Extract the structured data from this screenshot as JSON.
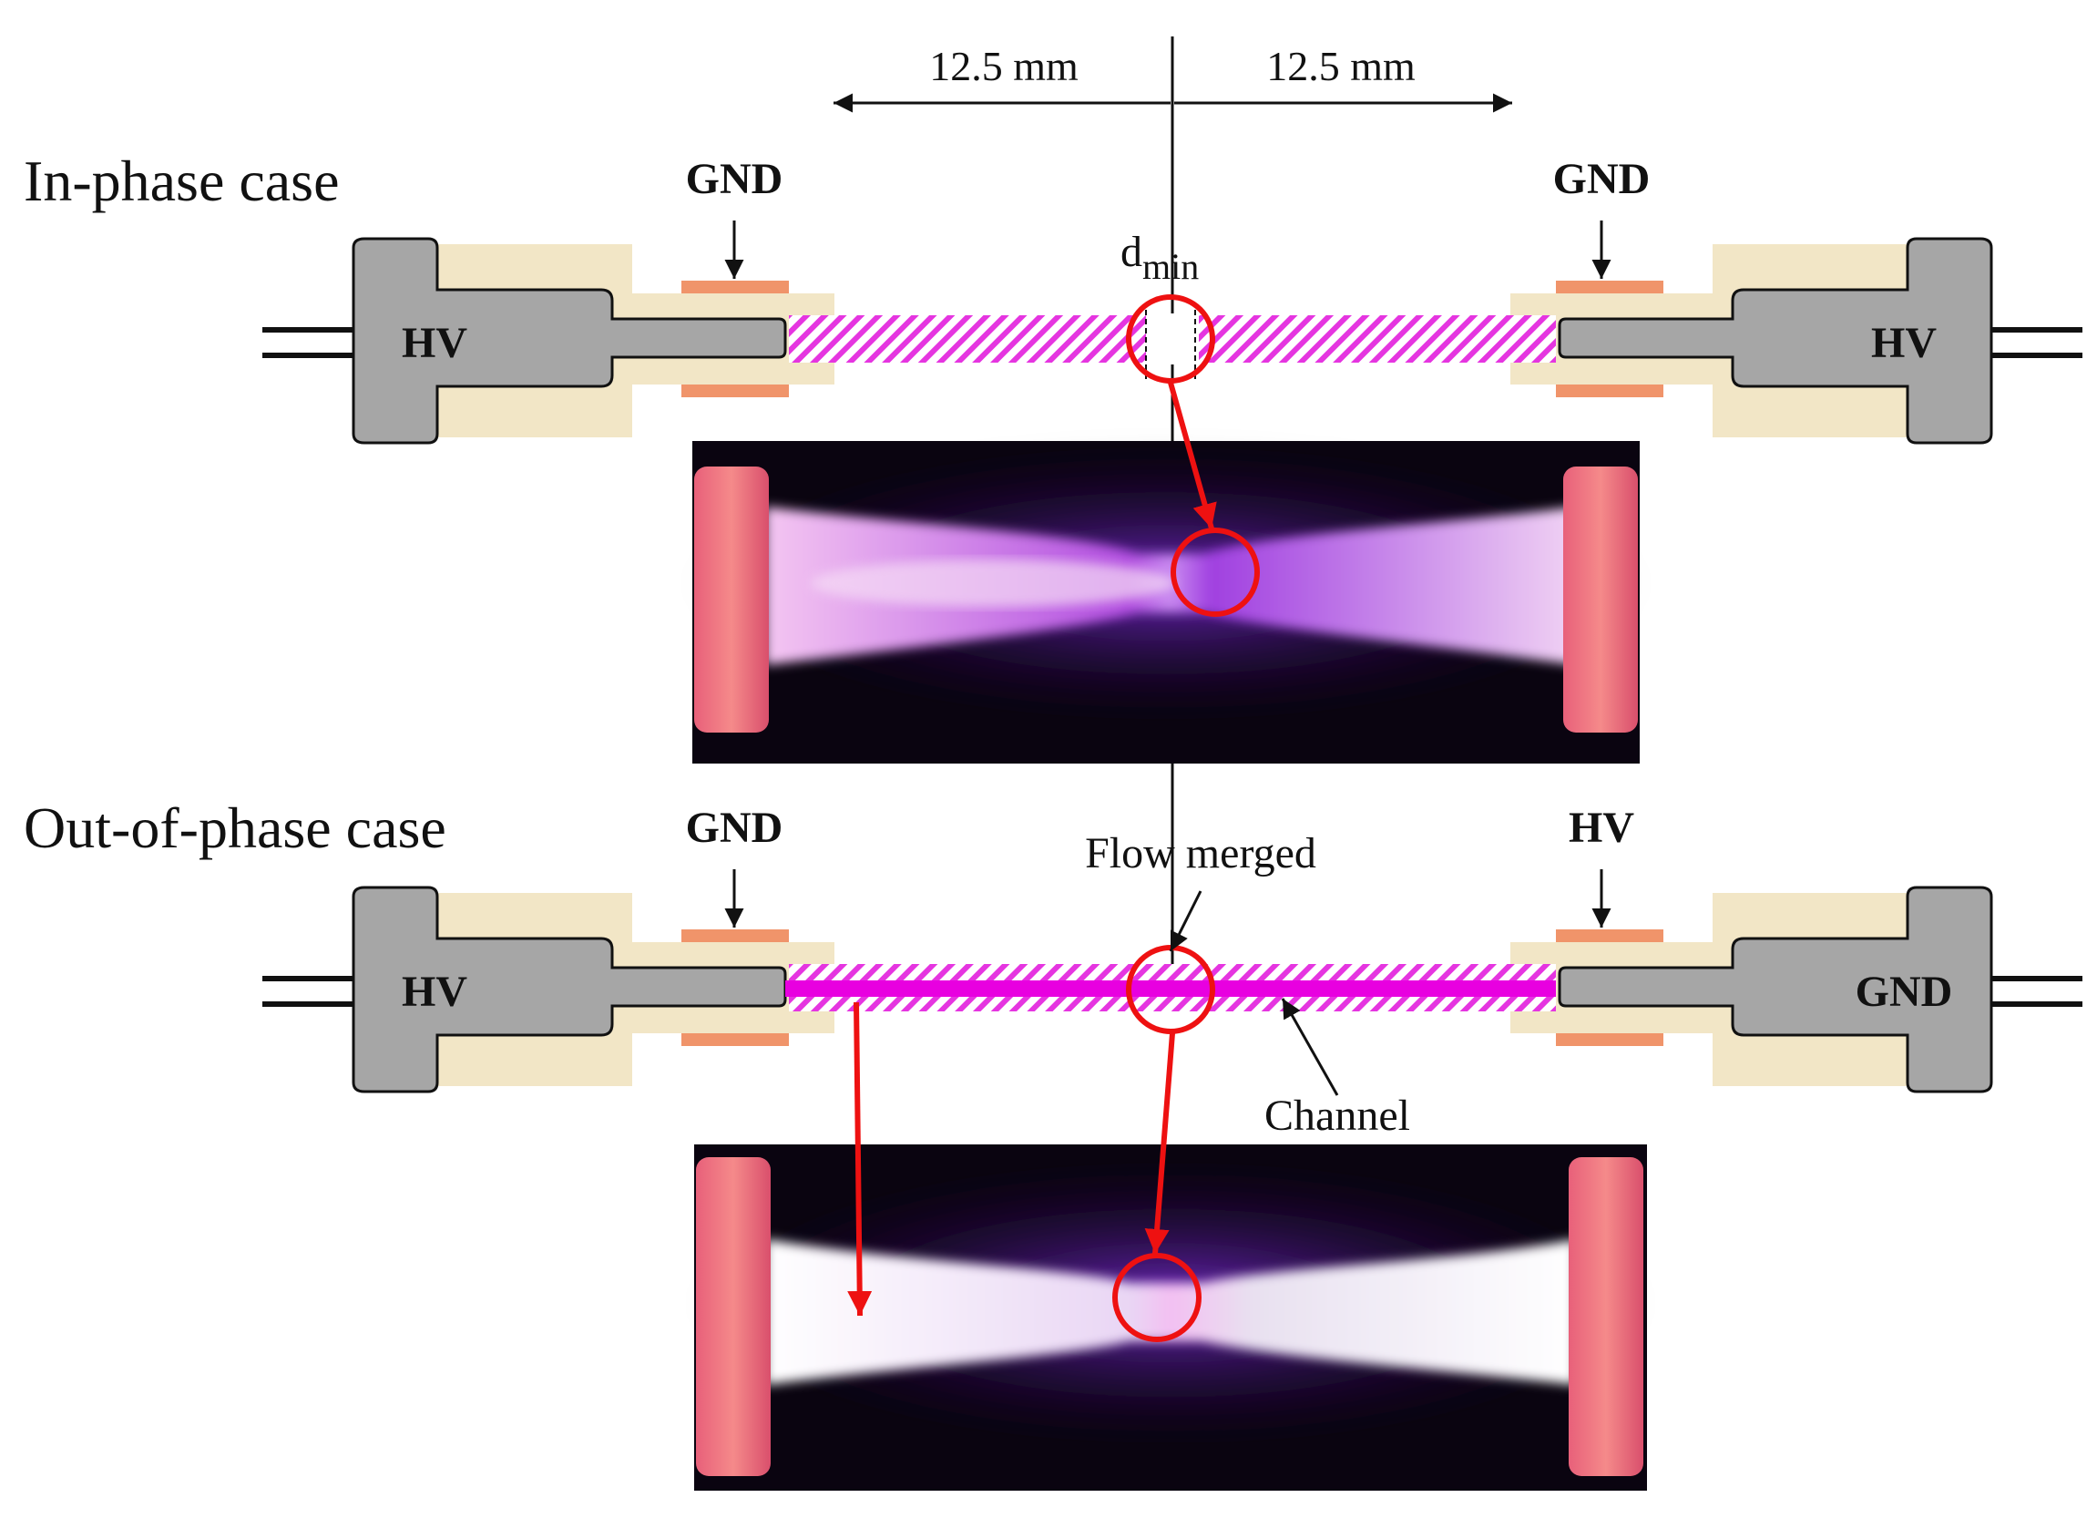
{
  "dimensions": {
    "left_label": "12.5 mm",
    "right_label": "12.5 mm"
  },
  "in_phase": {
    "title": "In-phase case",
    "left_electrode_label": "GND",
    "right_electrode_label": "GND",
    "left_connector_label": "HV",
    "right_connector_label": "HV",
    "dmin_main": "d",
    "dmin_sub": "min"
  },
  "out_of_phase": {
    "title": "Out-of-phase case",
    "left_electrode_label": "GND",
    "right_electrode_label": "HV",
    "left_connector_label": "HV",
    "right_connector_label": "GND",
    "flow_merged_label": "Flow merged",
    "channel_label": "Channel"
  },
  "colors": {
    "connector": "#a6a6a6",
    "housing": "#f2e6c6",
    "ring_electrode": "#f0946a",
    "plasma_hatch": "#e535e0",
    "plasma_channel": "#e800e0",
    "marker_red": "#ee1111",
    "photo_background": "#0a0410"
  }
}
